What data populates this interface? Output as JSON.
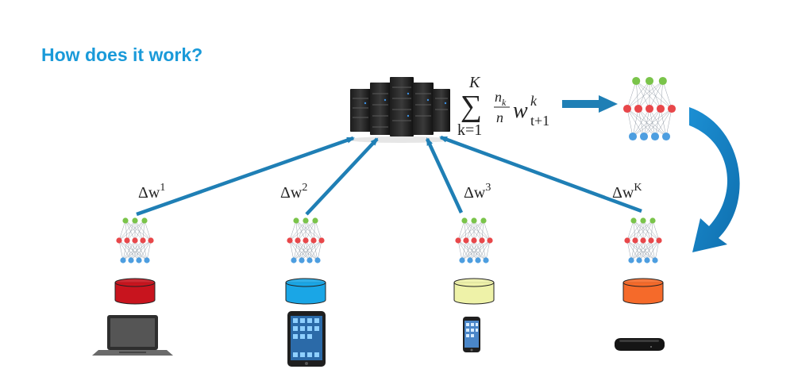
{
  "slide": {
    "title": "How does it work?"
  },
  "server": {
    "formula": {
      "upper": "K",
      "sum": "∑",
      "lower": "k=1",
      "frac_num": "n",
      "frac_num_sub": "k",
      "frac_den": "n",
      "weight": "w",
      "weight_sup": "k",
      "weight_sub": "t+1"
    }
  },
  "clients": [
    {
      "label_base": "Δw",
      "label_sup": "1",
      "data_color": "#c8141e",
      "device": "laptop-icon"
    },
    {
      "label_base": "Δw",
      "label_sup": "2",
      "data_color": "#1aa6e6",
      "device": "tablet-icon"
    },
    {
      "label_base": "Δw",
      "label_sup": "3",
      "data_color": "#eef2a8",
      "device": "smartphone-icon"
    },
    {
      "label_base": "Δw",
      "label_sup": "K",
      "data_color": "#f56a2a",
      "device": "set-top-box-icon"
    }
  ],
  "colors": {
    "title": "#1a9ad9",
    "arrow": "#1f7fb5",
    "curve_arrow": "#1c8fd3",
    "node_top": "#7ac44a",
    "node_mid": "#e8474a",
    "node_bottom": "#4d9ee0",
    "edge": "#9aa3ad"
  }
}
